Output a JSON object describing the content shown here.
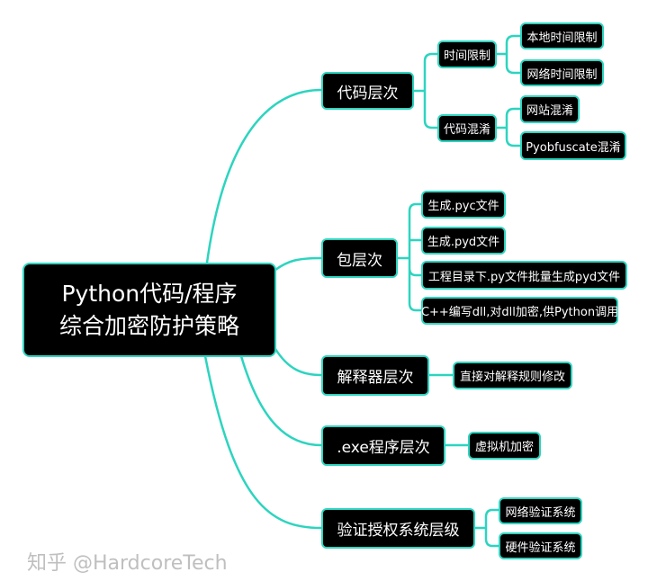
{
  "colors": {
    "link": "#2dd4bf",
    "node_bg": "#000000",
    "node_text": "#ffffff"
  },
  "root": {
    "line1": "Python代码/程序",
    "line2": "综合加密防护策略"
  },
  "branches": [
    {
      "label": "代码层次",
      "children": [
        {
          "label": "时间限制",
          "children": [
            {
              "label": "本地时间限制"
            },
            {
              "label": "网络时间限制"
            }
          ]
        },
        {
          "label": "代码混淆",
          "children": [
            {
              "label": "网站混淆"
            },
            {
              "label": "Pyobfuscate混淆"
            }
          ]
        }
      ]
    },
    {
      "label": "包层次",
      "children": [
        {
          "label": "生成.pyc文件"
        },
        {
          "label": "生成.pyd文件"
        },
        {
          "label": "工程目录下.py文件批量生成pyd文件"
        },
        {
          "label": "C++编写dll,对dll加密,供Python调用"
        }
      ]
    },
    {
      "label": "解释器层次",
      "children": [
        {
          "label": "直接对解释规则修改"
        }
      ]
    },
    {
      "label": ".exe程序层次",
      "children": [
        {
          "label": "虚拟机加密"
        }
      ]
    },
    {
      "label": "验证授权系统层级",
      "children": [
        {
          "label": "网络验证系统"
        },
        {
          "label": "硬件验证系统"
        }
      ]
    }
  ],
  "watermark": "知乎 @HardcoreTech"
}
